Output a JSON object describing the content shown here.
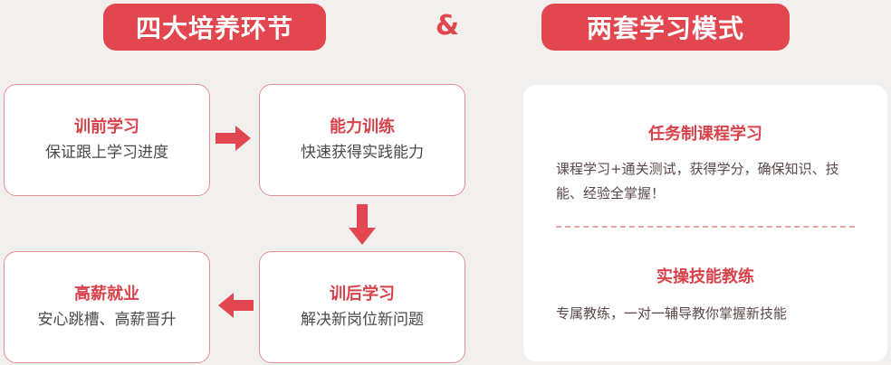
{
  "header": {
    "left_title": "四大培养环节",
    "ampersand": "&",
    "right_title": "两套学习模式"
  },
  "steps": [
    {
      "title": "训前学习",
      "subtitle": "保证跟上学习进度"
    },
    {
      "title": "能力训练",
      "subtitle": "快速获得实践能力"
    },
    {
      "title": "训后学习",
      "subtitle": "解决新岗位新问题"
    },
    {
      "title": "高薪就业",
      "subtitle": "安心跳槽、高薪晋升"
    }
  ],
  "modes": [
    {
      "title": "任务制课程学习",
      "description": "课程学习+通关测试，获得学分，确保知识、技能、经验全掌握！"
    },
    {
      "title": "实操技能教练",
      "description": "专属教练，一对一辅导教你掌握新技能"
    }
  ],
  "colors": {
    "accent": "#e2474f",
    "background": "#f2f0ef",
    "card_border": "#e58f92",
    "dashed_divider": "#e8a5a8"
  },
  "icons": {
    "flow_arrows": [
      "arrow-right-icon",
      "arrow-down-icon",
      "arrow-left-icon"
    ]
  }
}
